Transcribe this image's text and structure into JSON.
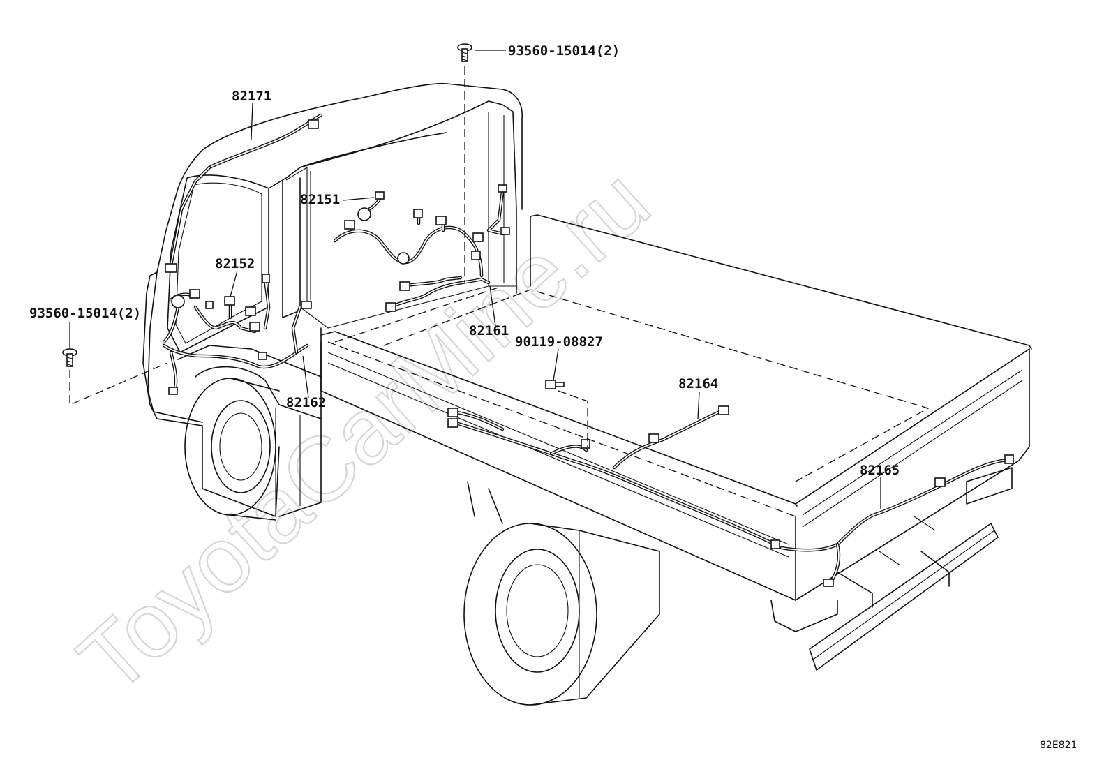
{
  "diagram": {
    "watermark": "ToyotaCarMine.ru",
    "reference_code": "82E821",
    "callouts": {
      "bolt_top": "93560-15014(2)",
      "bolt_left": "93560-15014(2)",
      "bolt_mid": "90119-08827",
      "roof_harness": "82171",
      "cab_harness": "82151",
      "dash_harness": "82152",
      "floor_harness": "82161",
      "front_harness": "82162",
      "bed_harness": "82164",
      "rear_harness": "82165"
    }
  }
}
